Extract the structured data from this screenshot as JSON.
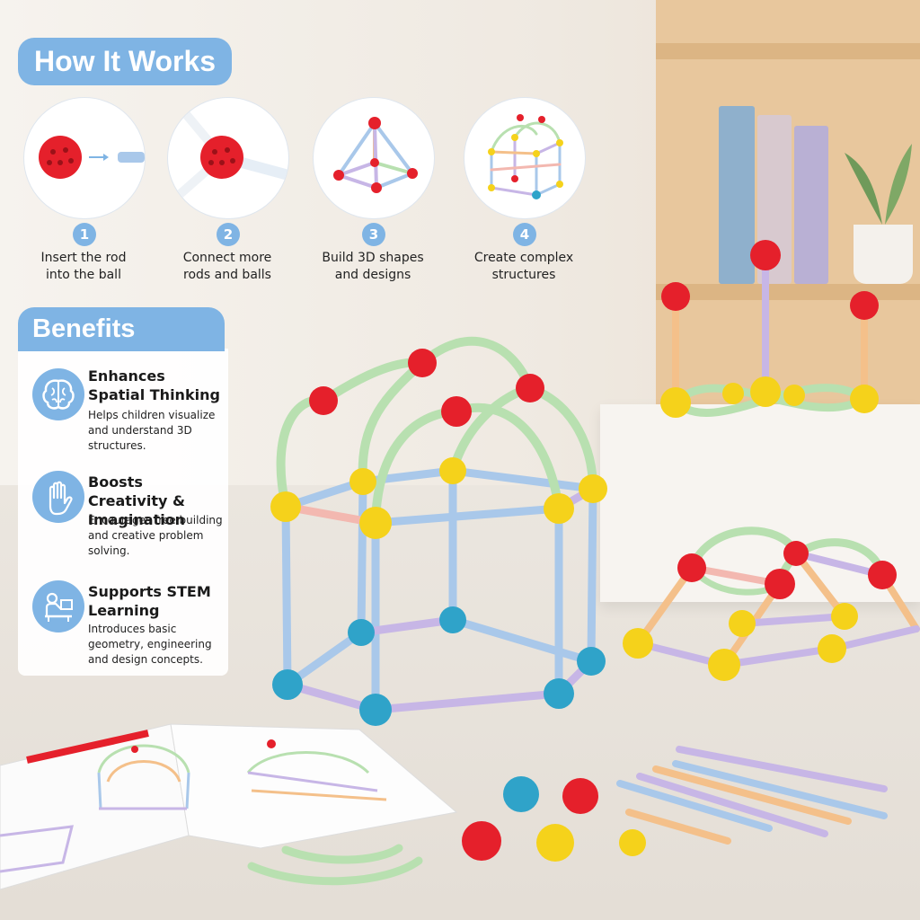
{
  "how_it_works": {
    "heading": "How It Works",
    "steps": [
      {
        "number": "1",
        "text_line1": "Insert the rod",
        "text_line2": "into the ball"
      },
      {
        "number": "2",
        "text_line1": "Connect more",
        "text_line2": "rods and balls"
      },
      {
        "number": "3",
        "text_line1": "Build 3D shapes",
        "text_line2": "and designs"
      },
      {
        "number": "4",
        "text_line1": "Create complex",
        "text_line2": "structures"
      }
    ]
  },
  "benefits": {
    "heading": "Benefits",
    "items": [
      {
        "icon": "brain-icon",
        "title": "Enhances Spatial Thinking",
        "description": "Helps children visualize and understand 3D structures."
      },
      {
        "icon": "hand-icon",
        "title": "Boosts Creativity & Imagination",
        "description": "Encourages free building and creative problem solving."
      },
      {
        "icon": "student-desk-icon",
        "title": "Supports STEM Learning",
        "description": "Introduces basic geometry, engineering and design concepts."
      }
    ]
  },
  "colors": {
    "accent": "#7fb4e4",
    "ball_red": "#e5202b",
    "ball_yellow": "#f5d21b",
    "ball_blue": "#2fa3c9",
    "rod_blue": "#a9c8ea",
    "rod_green": "#b8e0b0",
    "rod_purple": "#c7b6e6",
    "rod_orange": "#f4c08a",
    "rod_pink": "#f3b8b0"
  }
}
